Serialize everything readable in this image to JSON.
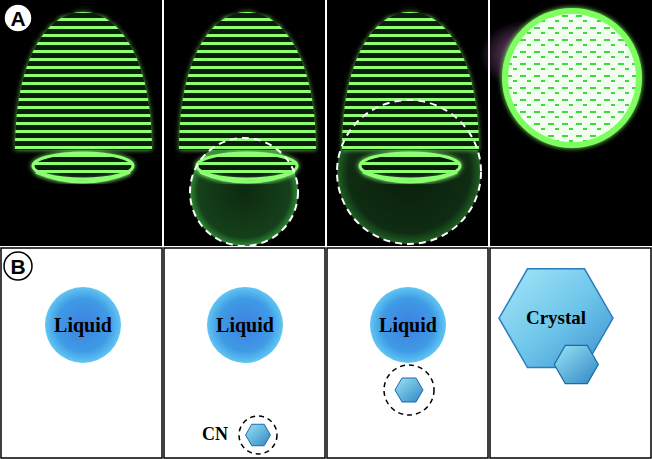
{
  "diagram": {
    "nodes": [
      {
        "text": [
          "Liquid"
        ]
      },
      {
        "text": [
          "Liquid"
        ]
      },
      {
        "text": [
          "CN"
        ]
      },
      {
        "text": [
          "Liquid"
        ]
      },
      {
        "text": [
          "Crystal"
        ]
      }
    ],
    "labels": [
      "A",
      "B"
    ]
  }
}
